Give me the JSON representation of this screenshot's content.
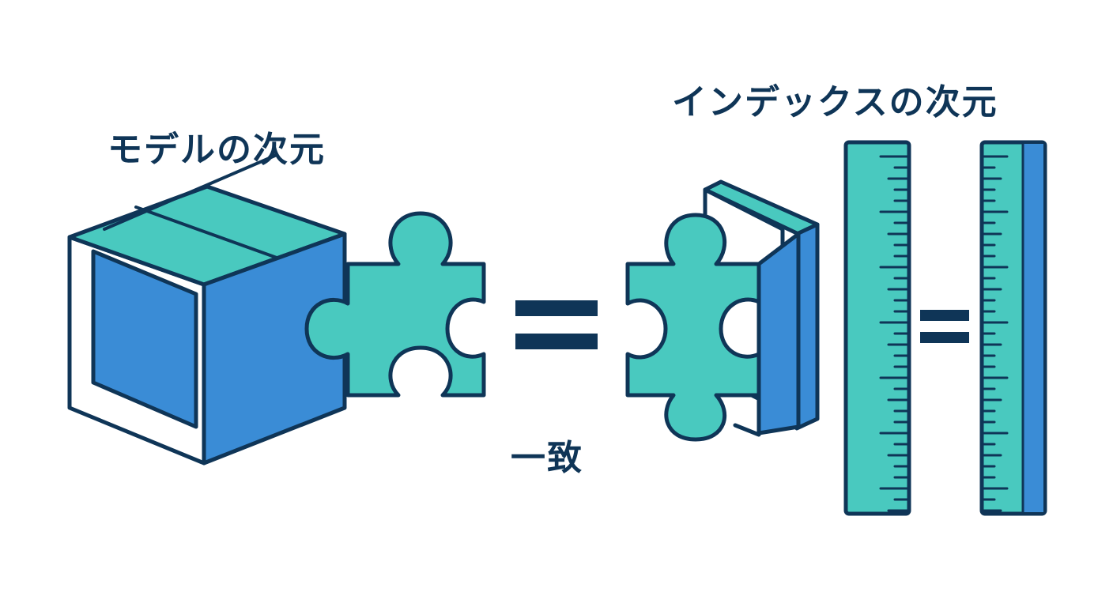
{
  "labels": {
    "model_dimension": "モデルの次元",
    "index_dimension": "インデックスの次元",
    "match": "一致"
  },
  "colors": {
    "outline": "#0f3557",
    "blue": "#3a8cd6",
    "teal": "#49c9bf",
    "background": "#ffffff"
  },
  "icons": {
    "model": "cube-icon",
    "model_piece": "puzzle-piece-icon",
    "index": "book-icon",
    "index_piece": "puzzle-piece-icon",
    "rulers": "ruler-icon",
    "equals": "equals-sign-icon"
  }
}
